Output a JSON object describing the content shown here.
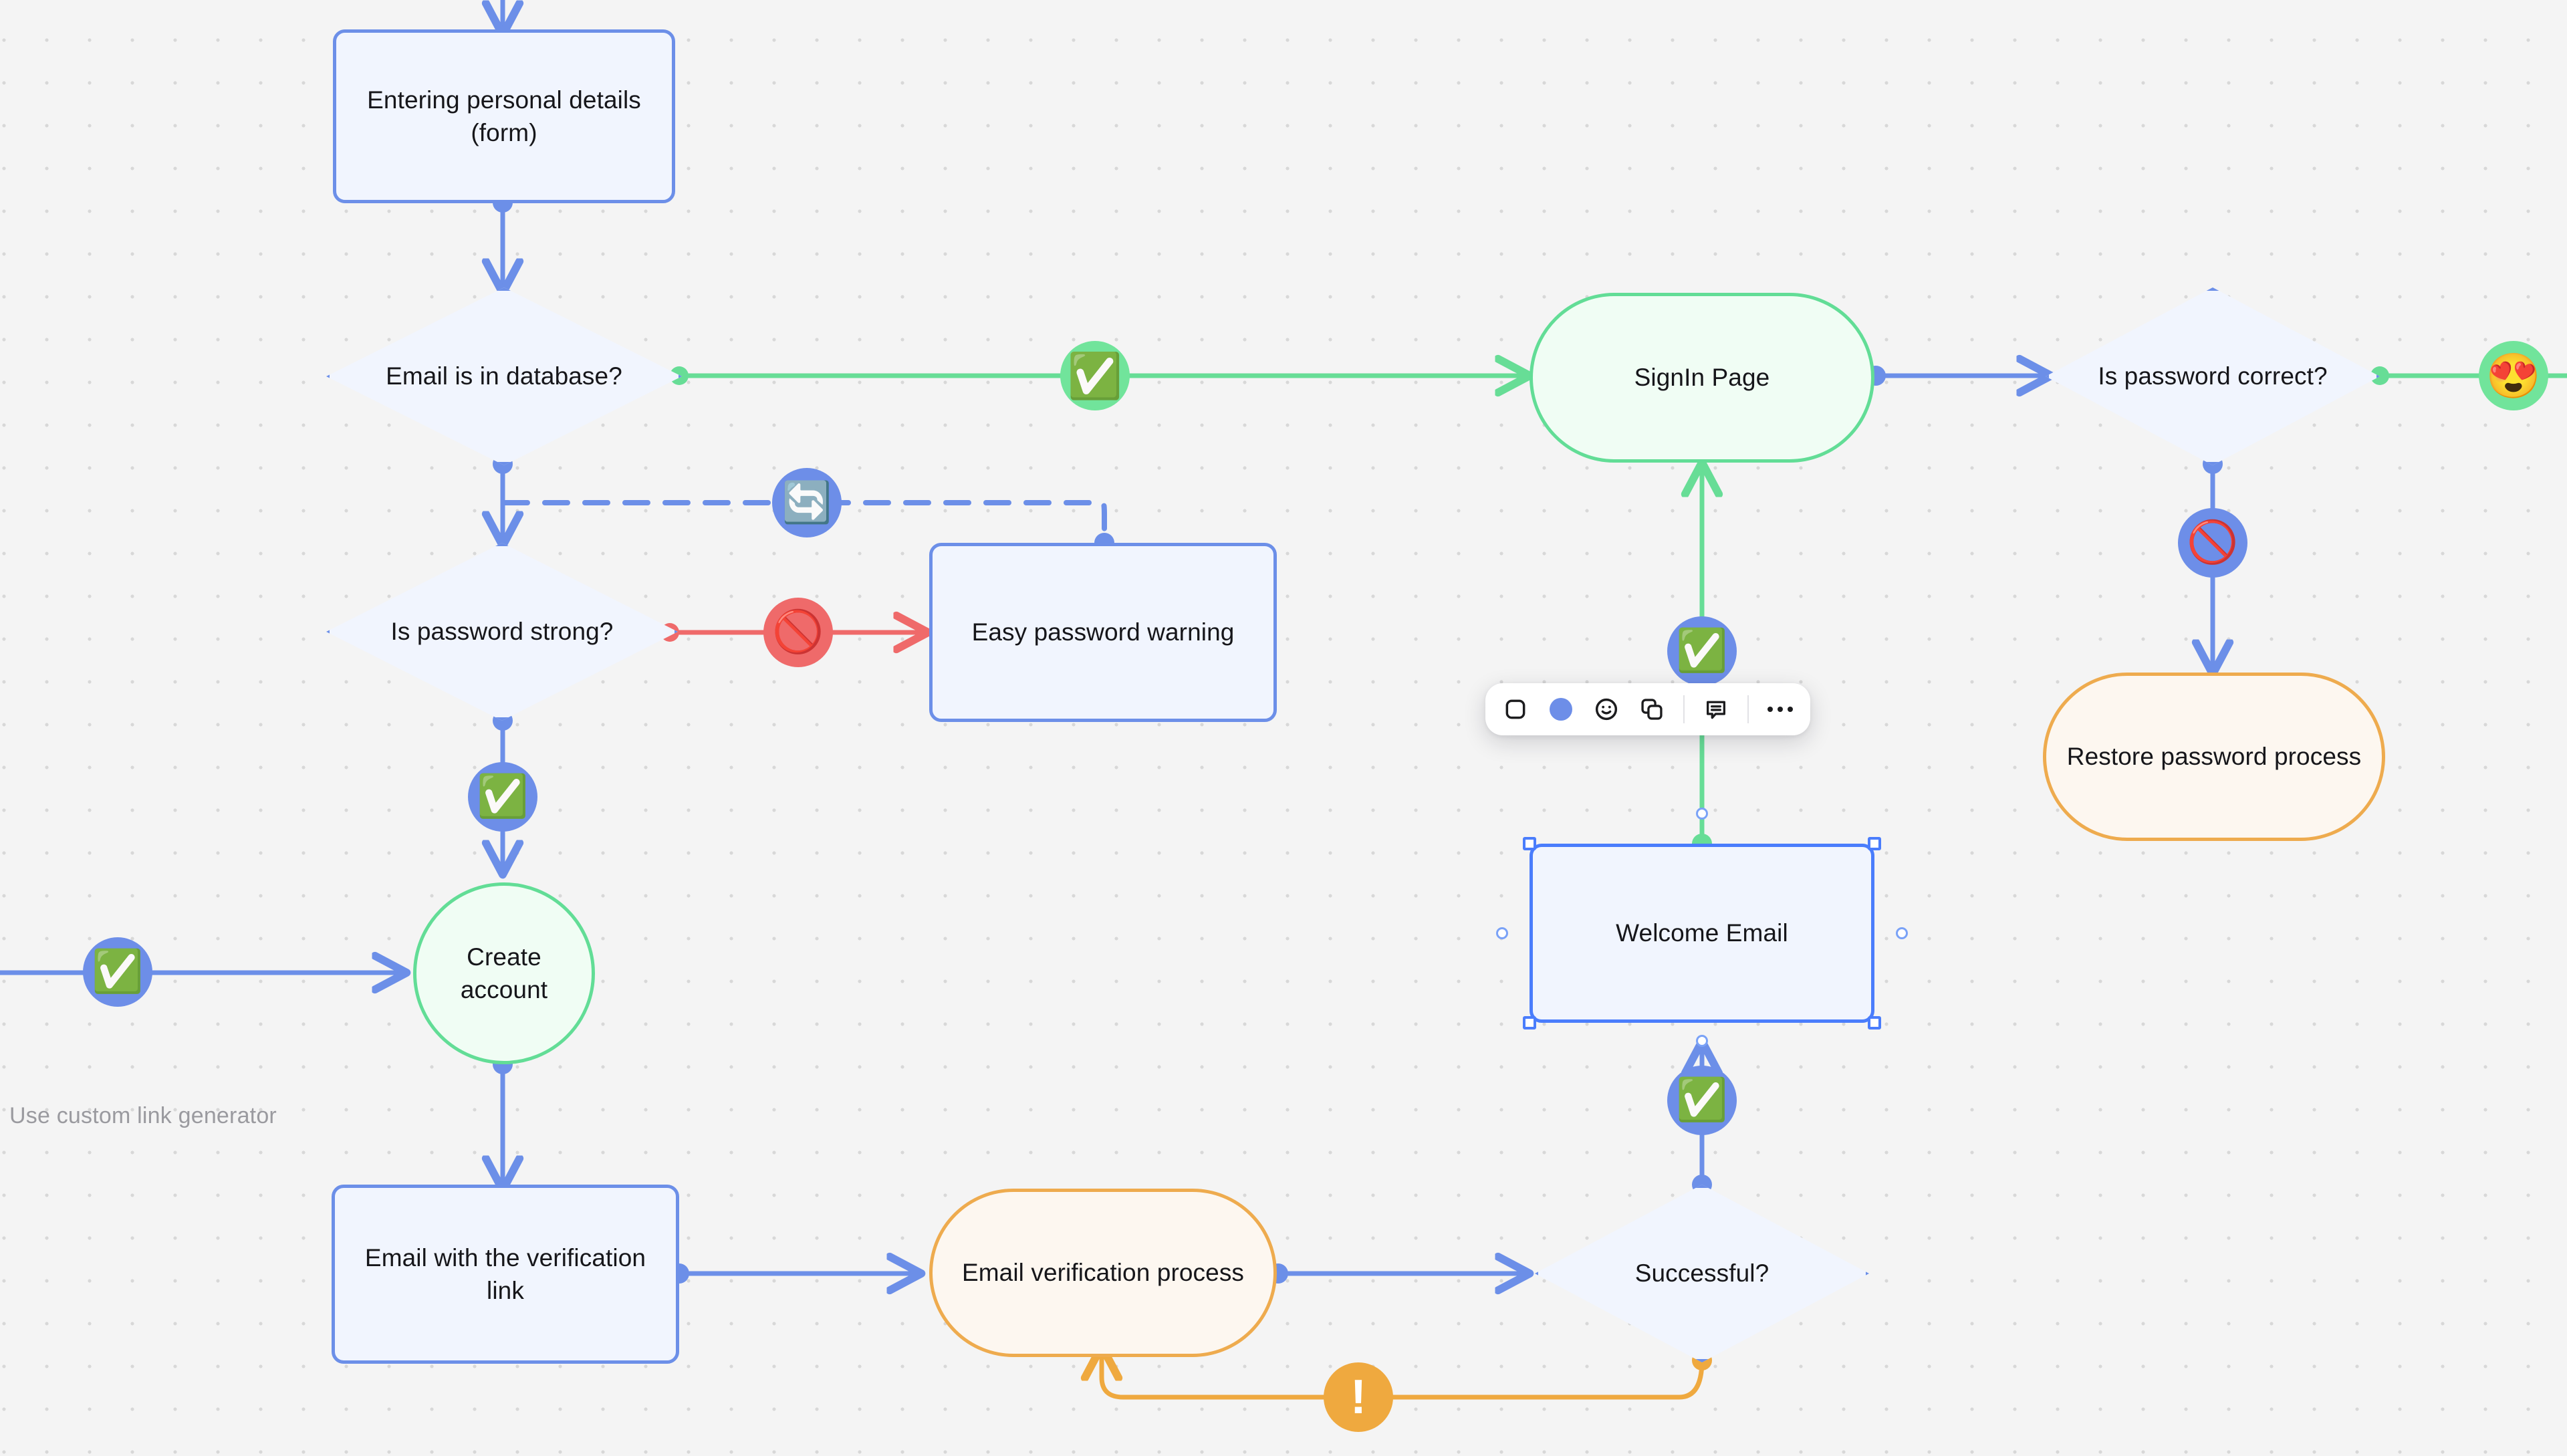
{
  "app": {
    "canvas_background": "#f4f4f4",
    "grid": "dotted"
  },
  "colors": {
    "blue": "#6c8fe8",
    "blue_fill": "#f1f5fe",
    "green": "#62dd96",
    "green_fill": "#f0fdf4",
    "orange": "#eeab4e",
    "orange_fill": "#fdf7f0",
    "red": "#ef6a6a",
    "selection": "#4a7dfc",
    "note_text": "#9a9a9f"
  },
  "nodes": [
    {
      "id": "entering-personal-details",
      "label": "Entering personal details (form)",
      "shape": "rectangle",
      "color": "blue"
    },
    {
      "id": "email-in-database",
      "label": "Email is in database?",
      "shape": "diamond",
      "color": "blue"
    },
    {
      "id": "is-password-strong",
      "label": "Is password strong?",
      "shape": "diamond",
      "color": "blue"
    },
    {
      "id": "easy-password-warning",
      "label": "Easy password warning",
      "shape": "rectangle",
      "color": "blue"
    },
    {
      "id": "create-account",
      "label": "Create account",
      "shape": "circle",
      "color": "green"
    },
    {
      "id": "email-with-verification-link",
      "label": "Email with the verification link",
      "shape": "rectangle",
      "color": "blue"
    },
    {
      "id": "email-verification-process",
      "label": "Email verification process",
      "shape": "pill",
      "color": "orange"
    },
    {
      "id": "successful",
      "label": "Successful?",
      "shape": "diamond",
      "color": "blue"
    },
    {
      "id": "welcome-email",
      "label": "Welcome Email",
      "shape": "rectangle",
      "color": "blue",
      "selected": true
    },
    {
      "id": "signin-page",
      "label": "SignIn Page",
      "shape": "pill",
      "color": "green"
    },
    {
      "id": "is-password-correct",
      "label": "Is password correct?",
      "shape": "diamond",
      "color": "blue"
    },
    {
      "id": "restore-password-process",
      "label": "Restore password process",
      "shape": "pill",
      "color": "orange"
    }
  ],
  "edge_badges": [
    {
      "id": "badge-email-in-db-yes",
      "icon": "check-mark-button-emoji",
      "glyph": "✅",
      "ring": "green"
    },
    {
      "id": "badge-password-correct-yes",
      "icon": "smiling-face-with-hearts-emoji",
      "glyph": "😍",
      "ring": "green"
    },
    {
      "id": "badge-password-correct-no",
      "icon": "prohibited-emoji",
      "glyph": "🚫",
      "ring": "blue"
    },
    {
      "id": "badge-retry-loop",
      "icon": "counterclockwise-arrows-button-emoji",
      "glyph": "🔄",
      "ring": "blue"
    },
    {
      "id": "badge-password-weak",
      "icon": "prohibited-emoji",
      "glyph": "🚫",
      "ring": "red"
    },
    {
      "id": "badge-password-strong-yes",
      "icon": "check-mark-button-emoji",
      "glyph": "✅",
      "ring": "blue"
    },
    {
      "id": "badge-incoming-left",
      "icon": "check-mark-button-emoji",
      "glyph": "✅",
      "ring": "blue"
    },
    {
      "id": "badge-welcome-email-in",
      "icon": "check-mark-button-emoji",
      "glyph": "✅",
      "ring": "blue"
    },
    {
      "id": "badge-signin-in",
      "icon": "check-mark-button-emoji",
      "glyph": "✅",
      "ring": "blue"
    },
    {
      "id": "badge-verification-failed",
      "icon": "exclamation-mark",
      "glyph": "!",
      "ring": "orange"
    }
  ],
  "notes": {
    "custom_link_generator": "Use custom link generator"
  },
  "toolbar": {
    "items": [
      {
        "id": "shape-tool",
        "icon": "rounded-square-icon",
        "label": "Shape"
      },
      {
        "id": "color-tool",
        "icon": "color-swatch-icon",
        "label": "Color",
        "value": "#6d8ee8"
      },
      {
        "id": "emoji-tool",
        "icon": "smiley-face-icon",
        "label": "Emoji"
      },
      {
        "id": "duplicate-tool",
        "icon": "duplicate-icon",
        "label": "Duplicate"
      },
      {
        "id": "comment-tool",
        "icon": "comment-bubble-icon",
        "label": "Comment"
      },
      {
        "id": "more-tool",
        "icon": "more-horizontal-icon",
        "label": "More"
      }
    ]
  }
}
